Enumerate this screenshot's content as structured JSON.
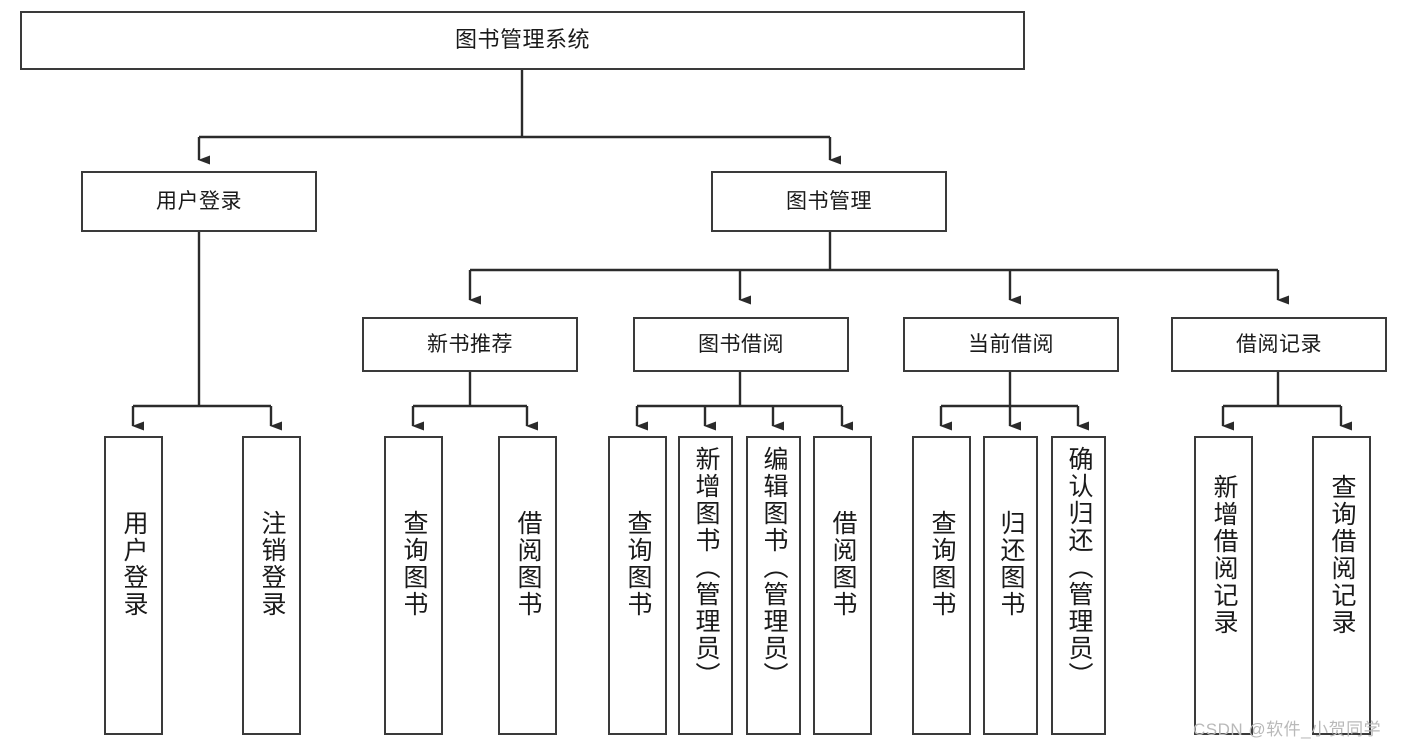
{
  "diagram": {
    "title": "图书管理系统",
    "type": "tree-hierarchy",
    "watermark": "CSDN @软件_小贺同学",
    "colors": {
      "box_border": "#3a3a3a",
      "box_fill": "#ffffff",
      "connector": "#2b2b2b",
      "text": "#1a1a1a",
      "watermark": "#b9b9b9",
      "background": "#ffffff"
    },
    "nodes": {
      "root": {
        "label": "图书管理系统"
      },
      "level2": [
        {
          "label": "用户登录"
        },
        {
          "label": "图书管理"
        }
      ],
      "level3": [
        {
          "label": "新书推荐"
        },
        {
          "label": "图书借阅"
        },
        {
          "label": "当前借阅"
        },
        {
          "label": "借阅记录"
        }
      ],
      "leaves": {
        "user_login": [
          {
            "label": "用户登录"
          },
          {
            "label": "注销登录"
          }
        ],
        "new_book_recommend": [
          {
            "label": "查询图书"
          },
          {
            "label": "借阅图书"
          }
        ],
        "book_borrow": [
          {
            "label": "查询图书"
          },
          {
            "label": "新增图书（管理员）"
          },
          {
            "label": "编辑图书（管理员）"
          },
          {
            "label": "借阅图书"
          }
        ],
        "current_borrow": [
          {
            "label": "查询图书"
          },
          {
            "label": "归还图书"
          },
          {
            "label": "确认归还（管理员）"
          }
        ],
        "borrow_record": [
          {
            "label": "新增借阅记录"
          },
          {
            "label": "查询借阅记录"
          }
        ]
      }
    }
  }
}
